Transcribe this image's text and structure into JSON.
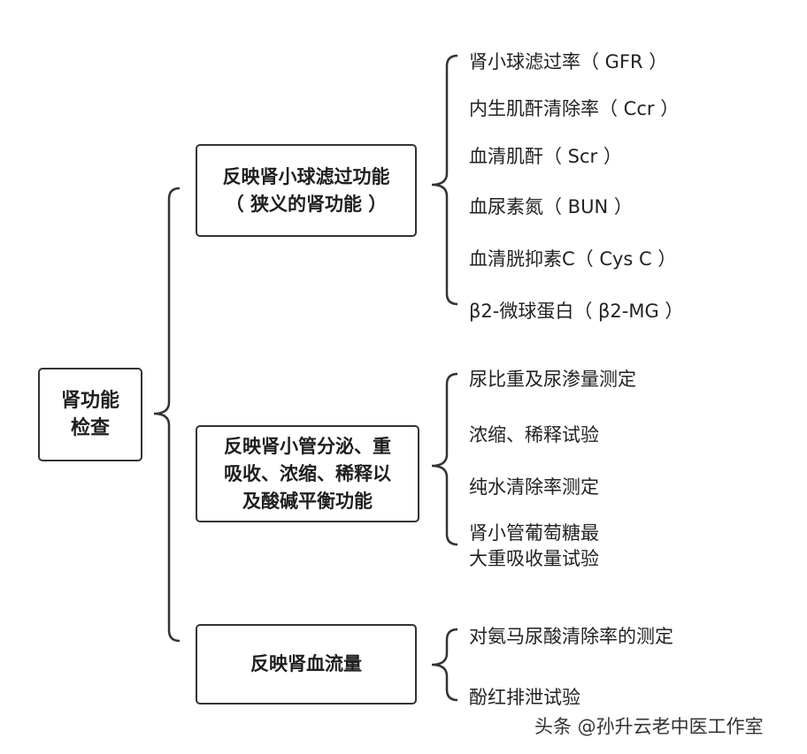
{
  "root": {
    "lines": [
      "肾功能",
      "检查"
    ]
  },
  "categories": [
    {
      "lines": [
        "反映肾小球滤过功能",
        "（  狭义的肾功能 ）"
      ],
      "items": [
        {
          "lines": [
            "肾小球滤过率（ GFR ）"
          ]
        },
        {
          "lines": [
            "内生肌酐清除率（ Ccr ）"
          ]
        },
        {
          "lines": [
            "血清肌酐（ Scr ）"
          ]
        },
        {
          "lines": [
            "血尿素氮（ BUN ）"
          ]
        },
        {
          "lines": [
            "血清胱抑素C（ Cys C ）"
          ]
        },
        {
          "lines": [
            "β2-微球蛋白（ β2-MG ）"
          ]
        }
      ]
    },
    {
      "lines": [
        "反映肾小管分泌、重",
        "吸收、浓缩、稀释以",
        "及酸碱平衡功能"
      ],
      "items": [
        {
          "lines": [
            "尿比重及尿渗量测定"
          ]
        },
        {
          "lines": [
            "浓缩、稀释试验"
          ]
        },
        {
          "lines": [
            "纯水清除率测定"
          ]
        },
        {
          "lines": [
            "肾小管葡萄糖最",
            "大重吸收量试验"
          ]
        }
      ]
    },
    {
      "lines": [
        "反映肾血流量"
      ],
      "items": [
        {
          "lines": [
            "对氨马尿酸清除率的测定"
          ]
        },
        {
          "lines": [
            "酚红排泄试验"
          ]
        }
      ]
    }
  ],
  "watermark": "头条 @孙升云老中医工作室"
}
